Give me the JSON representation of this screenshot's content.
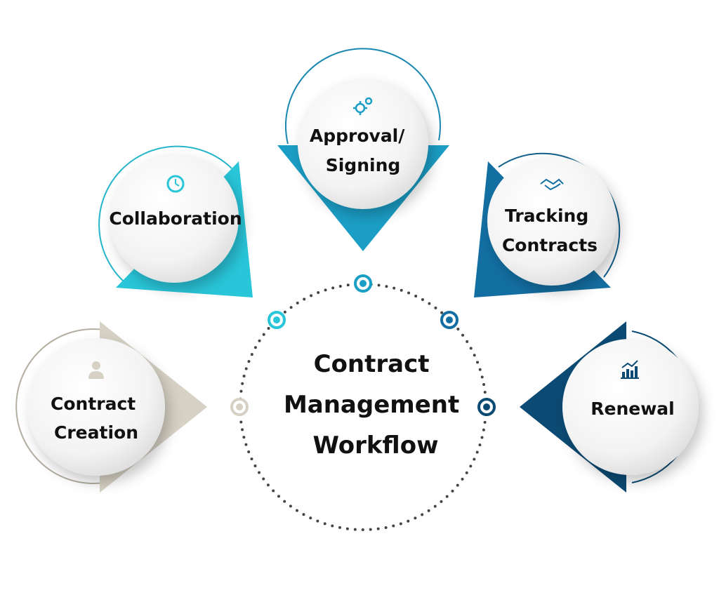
{
  "center": {
    "title_lines": [
      "Contract",
      "Management",
      "Workflow"
    ]
  },
  "stages": [
    {
      "id": "contract-creation",
      "label_lines": [
        "Contract",
        "Creation"
      ],
      "icon": "person-icon",
      "color": "#d6d1c4",
      "ring": "#b3ae9f"
    },
    {
      "id": "collaboration",
      "label_lines": [
        "Collaboration"
      ],
      "icon": "clock-icon",
      "color": "#29c5d9",
      "ring": "#23b5c9"
    },
    {
      "id": "approval-signing",
      "label_lines": [
        "Approval/",
        "Signing"
      ],
      "icon": "gears-icon",
      "color": "#1b9ec6",
      "ring": "#1888b0"
    },
    {
      "id": "tracking-contracts",
      "label_lines": [
        "Tracking",
        "Contracts"
      ],
      "icon": "handshake-icon",
      "color": "#136fa2",
      "ring": "#115f8c"
    },
    {
      "id": "renewal",
      "label_lines": [
        "Renewal"
      ],
      "icon": "chart-icon",
      "color": "#0b4a73",
      "ring": "#0b4a73"
    }
  ],
  "colors": {
    "dotted_ring": "#444444",
    "text": "#111111",
    "disc": "#f6f6f6"
  }
}
